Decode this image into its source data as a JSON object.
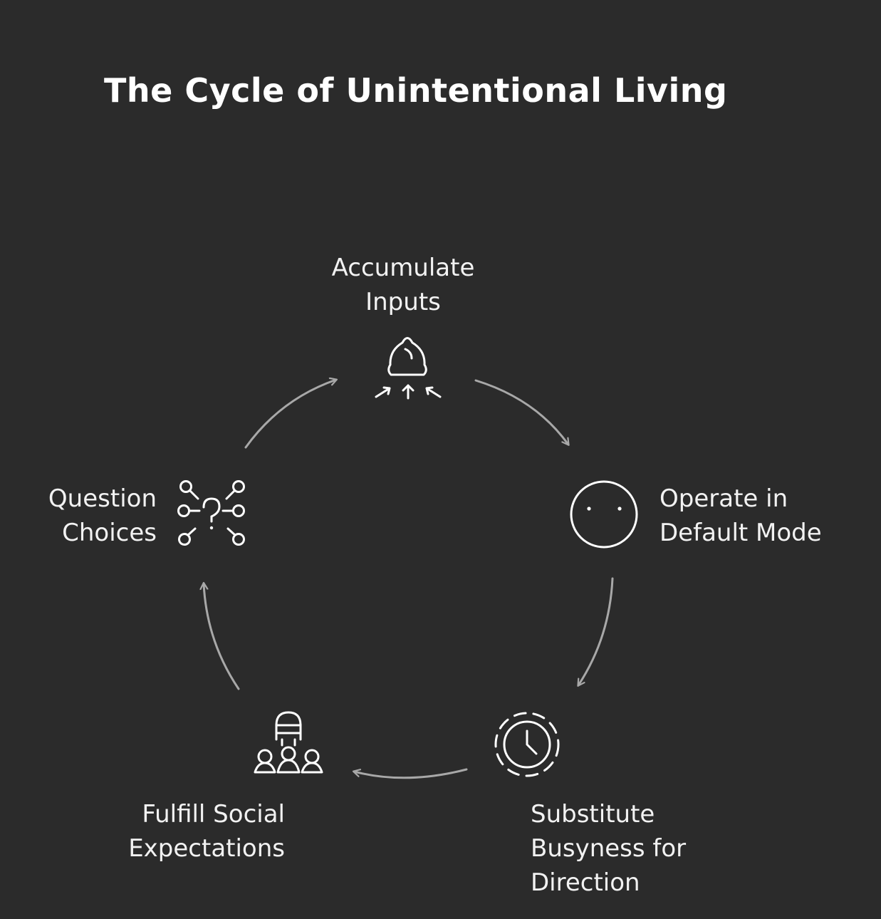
{
  "title": "The Cycle of Unintentional Living",
  "colors": {
    "background": "#2b2b2b",
    "text": "#ffffff",
    "arrow": "#a8a8a8",
    "icon": "#ffffff"
  },
  "steps": [
    {
      "lines": [
        "Accumulate",
        "Inputs"
      ],
      "icon": "sack-with-incoming-arrows-icon"
    },
    {
      "lines": [
        "Operate in",
        "Default Mode"
      ],
      "icon": "neutral-face-icon"
    },
    {
      "lines": [
        "Substitute",
        "Busyness for",
        "Direction"
      ],
      "icon": "clock-icon"
    },
    {
      "lines": [
        "Fulfill Social",
        "Expectations"
      ],
      "icon": "group-people-icon"
    },
    {
      "lines": [
        "Question",
        "Choices"
      ],
      "icon": "question-branches-icon"
    }
  ]
}
